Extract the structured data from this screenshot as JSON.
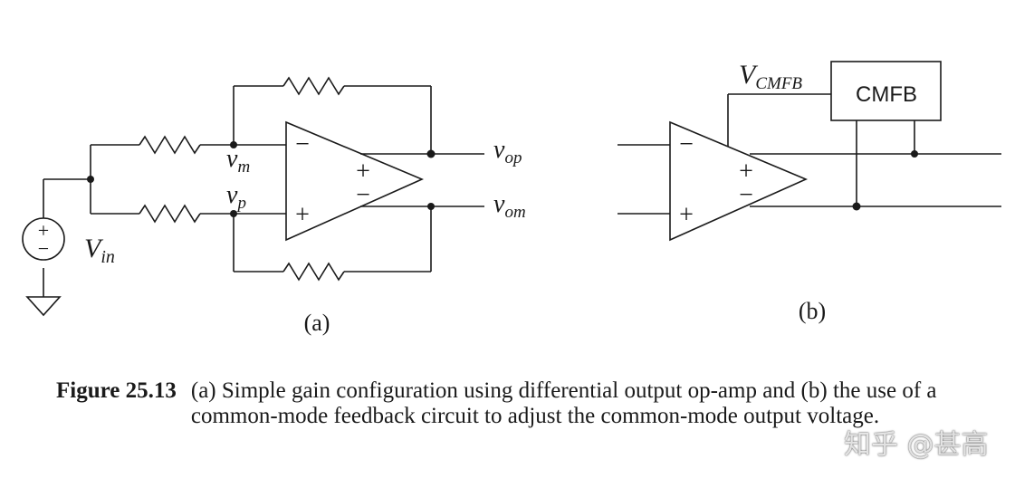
{
  "diagram": {
    "panel_a": {
      "input_source_label": "V",
      "input_source_sub": "in",
      "node_minus_label": "v",
      "node_minus_sub": "m",
      "node_plus_label": "v",
      "node_plus_sub": "p",
      "output_plus_label": "v",
      "output_plus_sub": "op",
      "output_minus_label": "v",
      "output_minus_sub": "om",
      "opamp_input_minus": "−",
      "opamp_input_plus": "+",
      "opamp_output_plus": "+",
      "opamp_output_minus": "−",
      "source_plus": "+",
      "source_minus": "−",
      "panel_label": "(a)"
    },
    "panel_b": {
      "cmfb_block_label": "CMFB",
      "vcmfb_label": "V",
      "vcmfb_sub": "CMFB",
      "opamp_input_minus": "−",
      "opamp_input_plus": "+",
      "opamp_output_plus": "+",
      "opamp_output_minus": "−",
      "panel_label": "(b)"
    }
  },
  "caption": {
    "figure_label": "Figure 25.13",
    "text": "(a) Simple gain configuration using differential output op-amp and (b) the use of a common-mode feedback circuit to adjust the common-mode output voltage."
  },
  "watermark": "知乎 @甚高",
  "colors": {
    "line": "#1a1a1a",
    "background": "#ffffff"
  }
}
